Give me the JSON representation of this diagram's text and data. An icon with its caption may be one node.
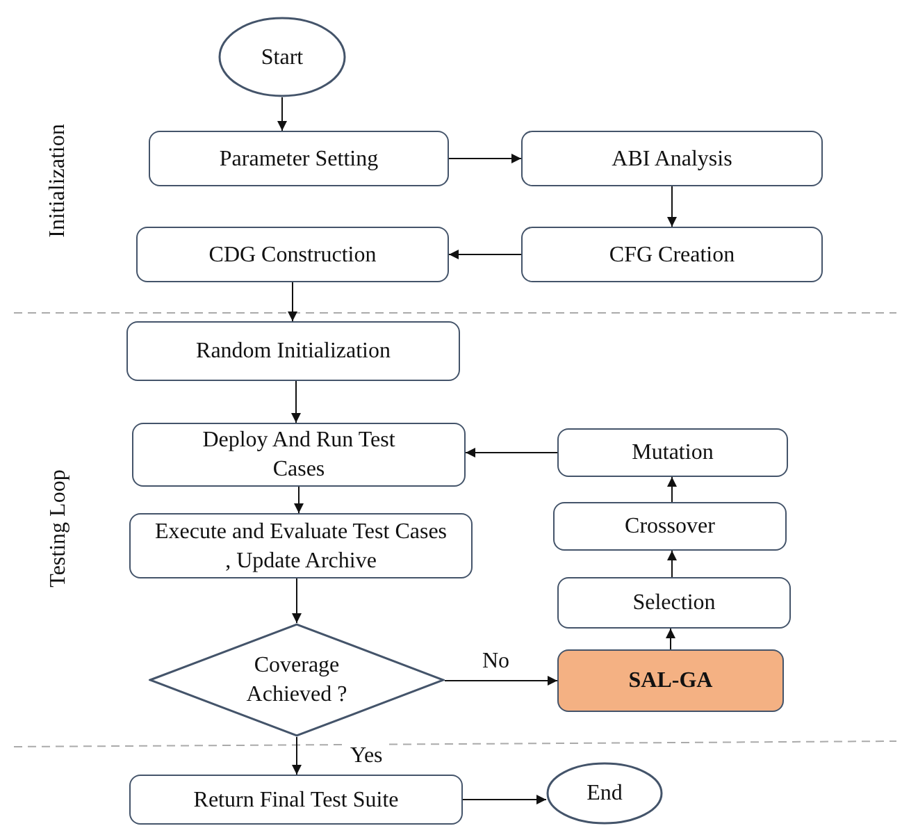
{
  "diagram": {
    "nodes": [
      {
        "text": [
          "Start"
        ]
      },
      {
        "text": [
          "Parameter Setting"
        ]
      },
      {
        "text": [
          "ABI Analysis"
        ]
      },
      {
        "text": [
          "CFG Creation"
        ]
      },
      {
        "text": [
          "CDG Construction"
        ]
      },
      {
        "text": [
          "Random Initialization"
        ]
      },
      {
        "text": [
          "Deploy And Run Test Cases"
        ]
      },
      {
        "text": [
          "Execute and Evaluate Test Cases , Update Archive"
        ]
      },
      {
        "text": [
          "Coverage Achieved ?"
        ]
      },
      {
        "text": [
          "SAL-GA"
        ]
      },
      {
        "text": [
          "Selection"
        ]
      },
      {
        "text": [
          "Crossover"
        ]
      },
      {
        "text": [
          "Mutation"
        ]
      },
      {
        "text": [
          "Return Final Test Suite"
        ]
      },
      {
        "text": [
          "End"
        ]
      }
    ],
    "edges": [
      {
        "from": 0,
        "to": 1,
        "arrow": "to"
      },
      {
        "from": 1,
        "to": 2,
        "arrow": "to"
      },
      {
        "from": 2,
        "to": 3,
        "arrow": "to"
      },
      {
        "from": 3,
        "to": 4,
        "arrow": "to"
      },
      {
        "from": 4,
        "to": 5,
        "arrow": "to"
      },
      {
        "from": 5,
        "to": 6,
        "arrow": "to"
      },
      {
        "from": 6,
        "to": 7,
        "arrow": "to"
      },
      {
        "from": 7,
        "to": 8,
        "arrow": "to"
      },
      {
        "from": 8,
        "to": 9,
        "arrow": "to",
        "label": "No"
      },
      {
        "from": 9,
        "to": 10,
        "arrow": "to"
      },
      {
        "from": 10,
        "to": 11,
        "arrow": "to"
      },
      {
        "from": 11,
        "to": 12,
        "arrow": "to"
      },
      {
        "from": 12,
        "to": 6,
        "arrow": "to"
      },
      {
        "from": 8,
        "to": 13,
        "arrow": "to",
        "label": "Yes"
      },
      {
        "from": 13,
        "to": 14,
        "arrow": "to"
      }
    ],
    "labels": [
      "Initialization",
      "Testing Loop"
    ]
  }
}
